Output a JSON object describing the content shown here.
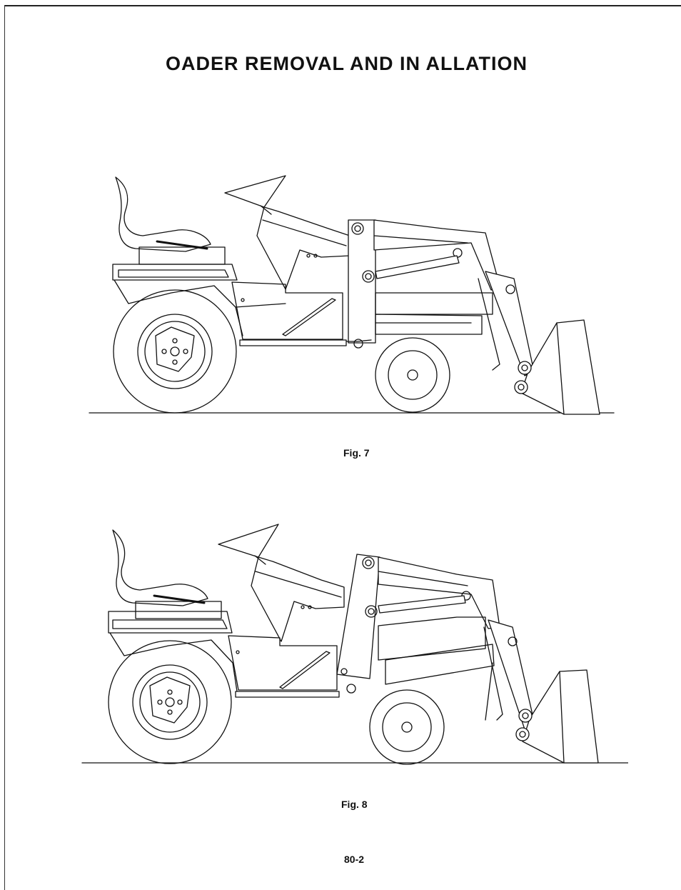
{
  "document": {
    "title": "OADER REMOVAL AND IN ALLATION",
    "page_number": "80-2"
  },
  "figures": [
    {
      "caption": "Fig. 7"
    },
    {
      "caption": "Fig. 8"
    }
  ]
}
